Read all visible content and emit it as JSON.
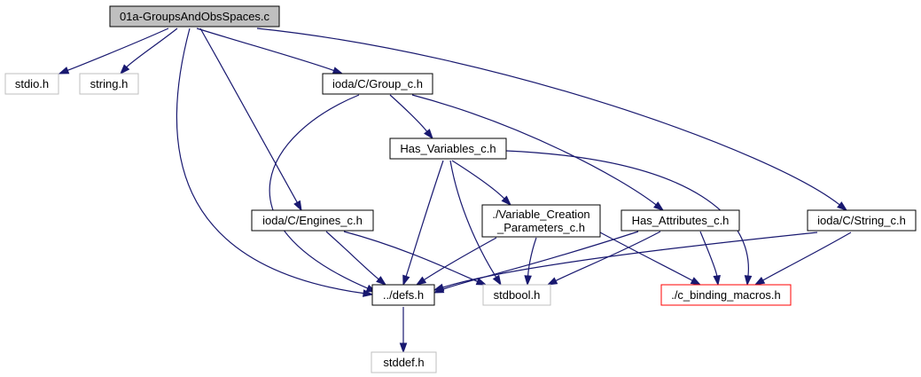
{
  "diagram": {
    "nodes": [
      {
        "id": "root",
        "label": "01a-GroupsAndObsSpaces.c",
        "style": "root"
      },
      {
        "id": "stdio",
        "label": "stdio.h",
        "style": "external"
      },
      {
        "id": "string",
        "label": "string.h",
        "style": "external"
      },
      {
        "id": "group",
        "label": "ioda/C/Group_c.h",
        "style": "normal"
      },
      {
        "id": "hasvars",
        "label": "Has_Variables_c.h",
        "style": "normal"
      },
      {
        "id": "engines",
        "label": "ioda/C/Engines_c.h",
        "style": "normal"
      },
      {
        "id": "varcreate",
        "label": [
          "./Variable_Creation",
          "_Parameters_c.h"
        ],
        "style": "normal"
      },
      {
        "id": "hasattrs",
        "label": "Has_Attributes_c.h",
        "style": "normal"
      },
      {
        "id": "stringc",
        "label": "ioda/C/String_c.h",
        "style": "normal"
      },
      {
        "id": "defs",
        "label": "../defs.h",
        "style": "normal"
      },
      {
        "id": "stdbool",
        "label": "stdbool.h",
        "style": "external"
      },
      {
        "id": "cbind",
        "label": "./c_binding_macros.h",
        "style": "missing"
      },
      {
        "id": "stddef",
        "label": "stddef.h",
        "style": "external"
      }
    ],
    "edges": [
      {
        "from": "root",
        "to": "stdio"
      },
      {
        "from": "root",
        "to": "string"
      },
      {
        "from": "root",
        "to": "group"
      },
      {
        "from": "root",
        "to": "engines"
      },
      {
        "from": "root",
        "to": "stringc"
      },
      {
        "from": "root",
        "to": "defs"
      },
      {
        "from": "group",
        "to": "hasvars"
      },
      {
        "from": "group",
        "to": "hasattrs"
      },
      {
        "from": "group",
        "to": "defs"
      },
      {
        "from": "hasvars",
        "to": "varcreate"
      },
      {
        "from": "hasvars",
        "to": "defs"
      },
      {
        "from": "hasvars",
        "to": "stdbool"
      },
      {
        "from": "hasvars",
        "to": "cbind"
      },
      {
        "from": "engines",
        "to": "defs"
      },
      {
        "from": "engines",
        "to": "stdbool"
      },
      {
        "from": "varcreate",
        "to": "defs"
      },
      {
        "from": "varcreate",
        "to": "stdbool"
      },
      {
        "from": "varcreate",
        "to": "cbind"
      },
      {
        "from": "hasattrs",
        "to": "defs"
      },
      {
        "from": "hasattrs",
        "to": "stdbool"
      },
      {
        "from": "hasattrs",
        "to": "cbind"
      },
      {
        "from": "stringc",
        "to": "defs"
      },
      {
        "from": "stringc",
        "to": "cbind"
      },
      {
        "from": "defs",
        "to": "stddef"
      }
    ],
    "colors": {
      "root_fill": "#bfbfbf",
      "border_normal": "#000000",
      "border_external": "#bfbfbf",
      "border_missing": "#ff0000",
      "edge": "#191970"
    }
  }
}
